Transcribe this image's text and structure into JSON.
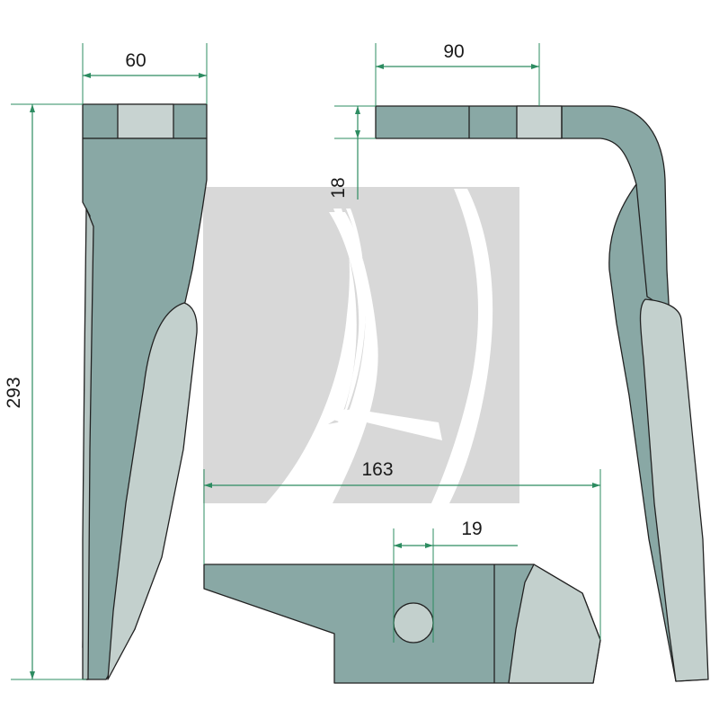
{
  "dimensions": {
    "width_top_left": "60",
    "width_top_right": "90",
    "thickness": "18",
    "height": "293",
    "length_bottom": "163",
    "hole_offset": "19"
  },
  "colors": {
    "metal": "#89a8a5",
    "metal_light": "#c3d0cd",
    "slot_light": "#c8d3d1",
    "watermark": "#d8d8d8",
    "dimension_line": "#2d8c61",
    "outline": "#222222"
  },
  "watermark": {
    "icon": "brand-logo-watermark"
  }
}
